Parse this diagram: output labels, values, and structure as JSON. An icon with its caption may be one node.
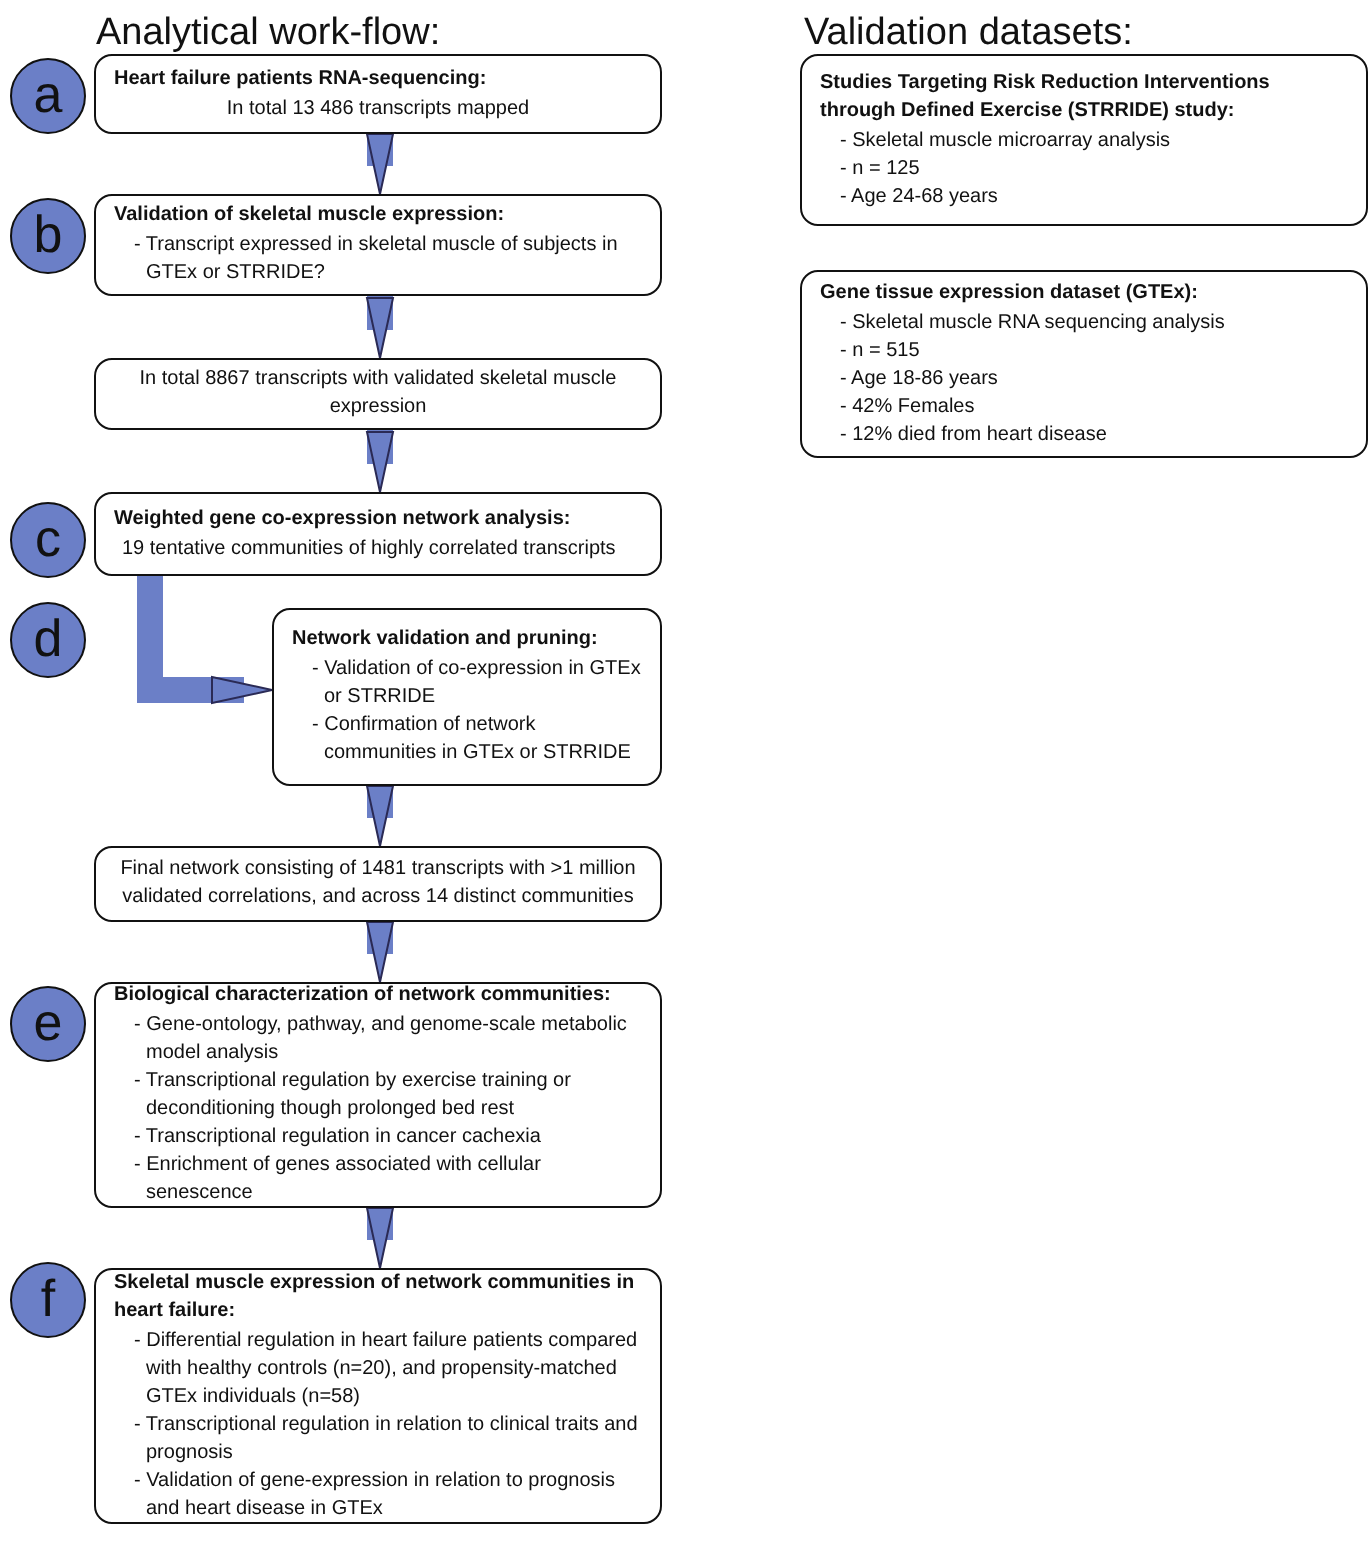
{
  "diagram": {
    "nodes": [
      {
        "text": [
          "a"
        ]
      },
      {
        "text": [
          "Heart failure patients RNA-sequencing:",
          "In total 13 486 transcripts mapped"
        ]
      },
      {
        "text": [
          "b"
        ]
      },
      {
        "text": [
          "Validation of skeletal muscle expression:",
          "- Transcript expressed in skeletal muscle of subjects in GTEx or STRRIDE?"
        ]
      },
      {
        "text": [
          "In total 8867 transcripts with validated skeletal muscle expression"
        ]
      },
      {
        "text": [
          "c"
        ]
      },
      {
        "text": [
          "Weighted gene co-expression network analysis:",
          "19 tentative communities of highly correlated transcripts"
        ]
      },
      {
        "text": [
          "d"
        ]
      },
      {
        "text": [
          "Network validation and pruning:",
          "- Validation of co-expression in GTEx or STRRIDE",
          "- Confirmation of network communities in GTEx or STRRIDE"
        ]
      },
      {
        "text": [
          "Final network consisting of 1481 transcripts with >1 million validated correlations, and across 14 distinct communities"
        ]
      },
      {
        "text": [
          "e"
        ]
      },
      {
        "text": [
          "Biological characterization of network communities:",
          "- Gene-ontology, pathway, and genome-scale metabolic model analysis",
          "- Transcriptional regulation by exercise training or deconditioning though prolonged bed rest",
          "- Transcriptional regulation in cancer cachexia",
          "- Enrichment of genes associated with cellular senescence"
        ]
      },
      {
        "text": [
          "f"
        ]
      },
      {
        "text": [
          "Skeletal muscle expression of network communities in heart failure:",
          "- Differential regulation in heart failure patients compared with healthy controls (n=20), and propensity-matched GTEx individuals (n=58)",
          "- Transcriptional regulation in relation to clinical traits and prognosis",
          "- Validation of gene-expression in relation to prognosis and heart disease in  GTEx"
        ]
      },
      {
        "text": [
          "Studies Targeting Risk Reduction Interventions through Defined Exercise (STRRIDE) study:",
          "- Skeletal muscle microarray analysis",
          "- n = 125",
          "- Age 24-68 years"
        ]
      },
      {
        "text": [
          "Gene tissue expression dataset (GTEx):",
          "- Skeletal muscle RNA sequencing analysis",
          "- n = 515",
          "- Age 18-86 years",
          "- 42% Females",
          "- 12% died from heart disease"
        ]
      }
    ],
    "edges": [
      {
        "from": 1,
        "to": 3,
        "arrow": "to"
      },
      {
        "from": 3,
        "to": 4,
        "arrow": "to"
      },
      {
        "from": 4,
        "to": 6,
        "arrow": "to"
      },
      {
        "from": 6,
        "to": 8,
        "arrow": "to"
      },
      {
        "from": 8,
        "to": 9,
        "arrow": "to"
      },
      {
        "from": 9,
        "to": 11,
        "arrow": "to"
      },
      {
        "from": 11,
        "to": 13,
        "arrow": "to"
      }
    ],
    "labels": [
      "Analytical work-flow:",
      "Validation datasets:"
    ]
  }
}
